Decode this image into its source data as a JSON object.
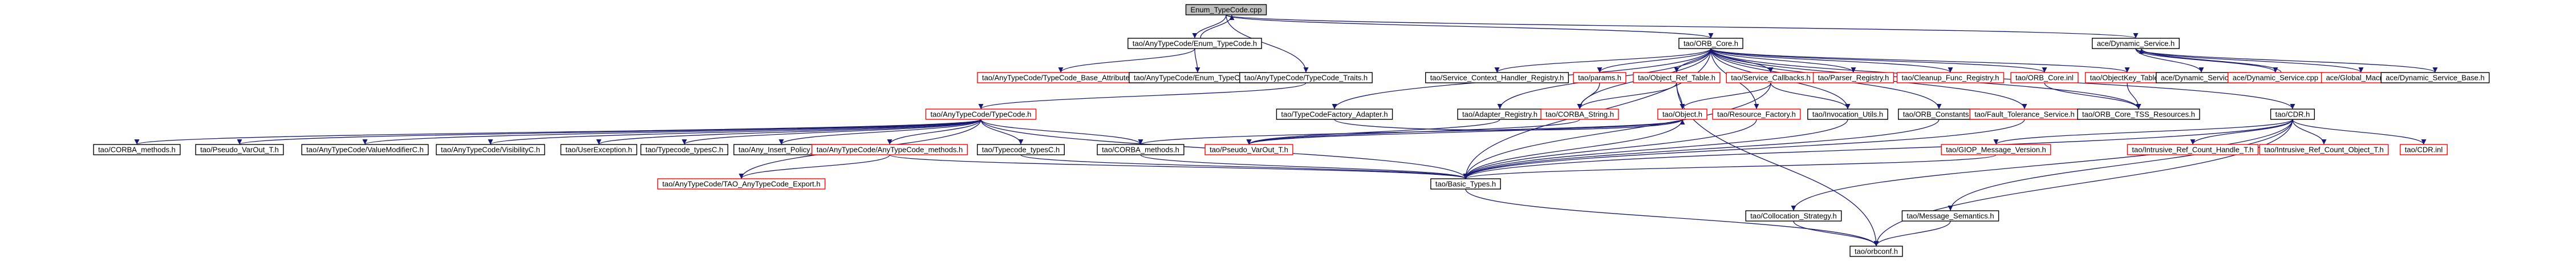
{
  "colors": {
    "edge": "#191970",
    "root_fill": "#bfbfbf",
    "root_border": "#000000",
    "file_border": "#000000",
    "missing_border": "#ff0000",
    "fill": "#ffffff",
    "text": "#000000"
  },
  "nodes": [
    {
      "id": "root",
      "label": "Enum_TypeCode.cpp",
      "kind": "root"
    },
    {
      "id": "enum_h",
      "label": "tao/AnyTypeCode/Enum_TypeCode.h",
      "kind": "file"
    },
    {
      "id": "orb_core_h",
      "label": "tao/ORB_Core.h",
      "kind": "file"
    },
    {
      "id": "dyn_service_h",
      "label": "ace/Dynamic_Service.h",
      "kind": "file"
    },
    {
      "id": "tc_base_attr",
      "label": "tao/AnyTypeCode/TypeCode_Base_Attributes.h",
      "kind": "missing"
    },
    {
      "id": "enum_inl",
      "label": "tao/AnyTypeCode/Enum_TypeCode.inl",
      "kind": "file"
    },
    {
      "id": "tc_traits",
      "label": "tao/AnyTypeCode/TypeCode_Traits.h",
      "kind": "file"
    },
    {
      "id": "svc_ctx_reg",
      "label": "tao/Service_Context_Handler_Registry.h",
      "kind": "file"
    },
    {
      "id": "params",
      "label": "tao/params.h",
      "kind": "missing"
    },
    {
      "id": "obj_ref_table",
      "label": "tao/Object_Ref_Table.h",
      "kind": "missing"
    },
    {
      "id": "svc_callbacks",
      "label": "tao/Service_Callbacks.h",
      "kind": "missing"
    },
    {
      "id": "parser_reg",
      "label": "tao/Parser_Registry.h",
      "kind": "missing"
    },
    {
      "id": "cleanup_reg",
      "label": "tao/Cleanup_Func_Registry.h",
      "kind": "missing"
    },
    {
      "id": "orb_core_inl",
      "label": "tao/ORB_Core.inl",
      "kind": "missing"
    },
    {
      "id": "objkey_table",
      "label": "tao/ObjectKey_Table.h",
      "kind": "missing"
    },
    {
      "id": "dyn_service_inl",
      "label": "ace/Dynamic_Service.inl",
      "kind": "file"
    },
    {
      "id": "dyn_service_cpp",
      "label": "ace/Dynamic_Service.cpp",
      "kind": "missing"
    },
    {
      "id": "global_macros",
      "label": "ace/Global_Macros.h",
      "kind": "missing"
    },
    {
      "id": "dyn_service_base",
      "label": "ace/Dynamic_Service_Base.h",
      "kind": "file"
    },
    {
      "id": "tc_factory_adapter",
      "label": "tao/TypeCodeFactory_Adapter.h",
      "kind": "file"
    },
    {
      "id": "adapter_registry",
      "label": "tao/Adapter_Registry.h",
      "kind": "file"
    },
    {
      "id": "anytc_typecode_h",
      "label": "tao/AnyTypeCode/TypeCode.h",
      "kind": "missing"
    },
    {
      "id": "corba_string",
      "label": "tao/CORBA_String.h",
      "kind": "missing"
    },
    {
      "id": "object_h",
      "label": "tao/Object.h",
      "kind": "missing"
    },
    {
      "id": "resource_factory",
      "label": "tao/Resource_Factory.h",
      "kind": "missing"
    },
    {
      "id": "invocation_utils",
      "label": "tao/Invocation_Utils.h",
      "kind": "file"
    },
    {
      "id": "orb_constants",
      "label": "tao/ORB_Constants.h",
      "kind": "file"
    },
    {
      "id": "fault_tol_svc",
      "label": "tao/Fault_Tolerance_Service.h",
      "kind": "missing"
    },
    {
      "id": "orb_core_tss",
      "label": "tao/ORB_Core_TSS_Resources.h",
      "kind": "file"
    },
    {
      "id": "cdr_h",
      "label": "tao/CDR.h",
      "kind": "file"
    },
    {
      "id": "corba_methods_h",
      "label": "tao/CORBA_methods.h",
      "kind": "file"
    },
    {
      "id": "pseudo_varout_h",
      "label": "tao/Pseudo_VarOut_T.h",
      "kind": "file"
    },
    {
      "id": "value_modifier",
      "label": "tao/AnyTypeCode/ValueModifierC.h",
      "kind": "file"
    },
    {
      "id": "visibility",
      "label": "tao/AnyTypeCode/VisibilityC.h",
      "kind": "file"
    },
    {
      "id": "user_exception",
      "label": "tao/UserException.h",
      "kind": "file"
    },
    {
      "id": "typecode_typesc_a",
      "label": "tao/Typecode_typesC.h",
      "kind": "file"
    },
    {
      "id": "any_insert_policy",
      "label": "tao/Any_Insert_Policy_T.h",
      "kind": "file"
    },
    {
      "id": "anytc_methods",
      "label": "tao/AnyTypeCode/AnyTypeCode_methods.h",
      "kind": "missing"
    },
    {
      "id": "typecode_typesc_b",
      "label": "tao/Typecode_typesC.h",
      "kind": "file"
    },
    {
      "id": "corba_methods_b",
      "label": "tao/CORBA_methods.h",
      "kind": "file"
    },
    {
      "id": "pseudo_varout_b",
      "label": "tao/Pseudo_VarOut_T.h",
      "kind": "missing"
    },
    {
      "id": "giop_msg_version",
      "label": "tao/GIOP_Message_Version.h",
      "kind": "missing"
    },
    {
      "id": "intrusive_ref_handle",
      "label": "tao/Intrusive_Ref_Count_Handle_T.h",
      "kind": "missing"
    },
    {
      "id": "intrusive_ref_obj",
      "label": "tao/Intrusive_Ref_Count_Object_T.h",
      "kind": "missing"
    },
    {
      "id": "cdr_inl",
      "label": "tao/CDR.inl",
      "kind": "missing"
    },
    {
      "id": "anytc_tao_export",
      "label": "tao/AnyTypeCode/TAO_AnyTypeCode_Export.h",
      "kind": "missing"
    },
    {
      "id": "basic_types",
      "label": "tao/Basic_Types.h",
      "kind": "file"
    },
    {
      "id": "collocation_strategy",
      "label": "tao/Collocation_Strategy.h",
      "kind": "file"
    },
    {
      "id": "message_semantics",
      "label": "tao/Message_Semantics.h",
      "kind": "file"
    },
    {
      "id": "orbconf",
      "label": "tao/orbconf.h",
      "kind": "file"
    }
  ],
  "edges": [
    [
      "root",
      "enum_h"
    ],
    [
      "root",
      "orb_core_h"
    ],
    [
      "root",
      "dyn_service_h"
    ],
    [
      "root",
      "tc_traits"
    ],
    [
      "enum_h",
      "tc_base_attr"
    ],
    [
      "enum_h",
      "enum_inl"
    ],
    [
      "enum_h",
      "root"
    ],
    [
      "tc_traits",
      "anytc_typecode_h"
    ],
    [
      "orb_core_h",
      "svc_ctx_reg"
    ],
    [
      "orb_core_h",
      "params"
    ],
    [
      "orb_core_h",
      "obj_ref_table"
    ],
    [
      "orb_core_h",
      "svc_callbacks"
    ],
    [
      "orb_core_h",
      "parser_reg"
    ],
    [
      "orb_core_h",
      "cleanup_reg"
    ],
    [
      "orb_core_h",
      "orb_core_inl"
    ],
    [
      "orb_core_h",
      "objkey_table"
    ],
    [
      "orb_core_h",
      "tc_factory_adapter"
    ],
    [
      "orb_core_h",
      "adapter_registry"
    ],
    [
      "orb_core_h",
      "corba_string"
    ],
    [
      "orb_core_h",
      "resource_factory"
    ],
    [
      "orb_core_h",
      "invocation_utils"
    ],
    [
      "orb_core_h",
      "orb_constants"
    ],
    [
      "orb_core_h",
      "fault_tol_svc"
    ],
    [
      "orb_core_h",
      "orb_core_tss"
    ],
    [
      "orb_core_h",
      "cdr_h"
    ],
    [
      "orb_core_h",
      "basic_types"
    ],
    [
      "dyn_service_h",
      "dyn_service_inl"
    ],
    [
      "dyn_service_h",
      "dyn_service_cpp"
    ],
    [
      "dyn_service_h",
      "global_macros"
    ],
    [
      "dyn_service_h",
      "dyn_service_base"
    ],
    [
      "dyn_service_cpp",
      "dyn_service_h"
    ],
    [
      "params",
      "corba_string"
    ],
    [
      "obj_ref_table",
      "object_h"
    ],
    [
      "obj_ref_table",
      "corba_string"
    ],
    [
      "svc_callbacks",
      "object_h"
    ],
    [
      "svc_callbacks",
      "invocation_utils"
    ],
    [
      "svc_callbacks",
      "basic_types"
    ],
    [
      "orb_core_inl",
      "orb_core_tss"
    ],
    [
      "objkey_table",
      "orb_core_tss"
    ],
    [
      "tc_factory_adapter",
      "object_h"
    ],
    [
      "adapter_registry",
      "pseudo_varout_b"
    ],
    [
      "anytc_typecode_h",
      "corba_methods_h"
    ],
    [
      "anytc_typecode_h",
      "pseudo_varout_h"
    ],
    [
      "anytc_typecode_h",
      "value_modifier"
    ],
    [
      "anytc_typecode_h",
      "visibility"
    ],
    [
      "anytc_typecode_h",
      "user_exception"
    ],
    [
      "anytc_typecode_h",
      "typecode_typesc_a"
    ],
    [
      "anytc_typecode_h",
      "any_insert_policy"
    ],
    [
      "anytc_typecode_h",
      "anytc_methods"
    ],
    [
      "anytc_typecode_h",
      "typecode_typesc_b"
    ],
    [
      "anytc_typecode_h",
      "corba_methods_b"
    ],
    [
      "anytc_typecode_h",
      "anytc_tao_export"
    ],
    [
      "anytc_typecode_h",
      "basic_types"
    ],
    [
      "anytc_methods",
      "anytc_tao_export"
    ],
    [
      "anytc_methods",
      "basic_types"
    ],
    [
      "corba_string",
      "pseudo_varout_b"
    ],
    [
      "object_h",
      "pseudo_varout_b"
    ],
    [
      "object_h",
      "basic_types"
    ],
    [
      "object_h",
      "corba_methods_b"
    ],
    [
      "resource_factory",
      "basic_types"
    ],
    [
      "invocation_utils",
      "basic_types"
    ],
    [
      "orb_constants",
      "basic_types"
    ],
    [
      "fault_tol_svc",
      "basic_types"
    ],
    [
      "typecode_typesc_b",
      "basic_types"
    ],
    [
      "corba_methods_b",
      "basic_types"
    ],
    [
      "cdr_h",
      "giop_msg_version"
    ],
    [
      "cdr_h",
      "intrusive_ref_handle"
    ],
    [
      "cdr_h",
      "intrusive_ref_obj"
    ],
    [
      "cdr_h",
      "cdr_inl"
    ],
    [
      "cdr_h",
      "collocation_strategy"
    ],
    [
      "cdr_h",
      "message_semantics"
    ],
    [
      "cdr_h",
      "basic_types"
    ],
    [
      "cdr_h",
      "orbconf"
    ],
    [
      "giop_msg_version",
      "basic_types"
    ],
    [
      "basic_types",
      "orbconf"
    ],
    [
      "collocation_strategy",
      "orbconf"
    ],
    [
      "message_semantics",
      "orbconf"
    ],
    [
      "obj_ref_table",
      "orbconf"
    ]
  ]
}
